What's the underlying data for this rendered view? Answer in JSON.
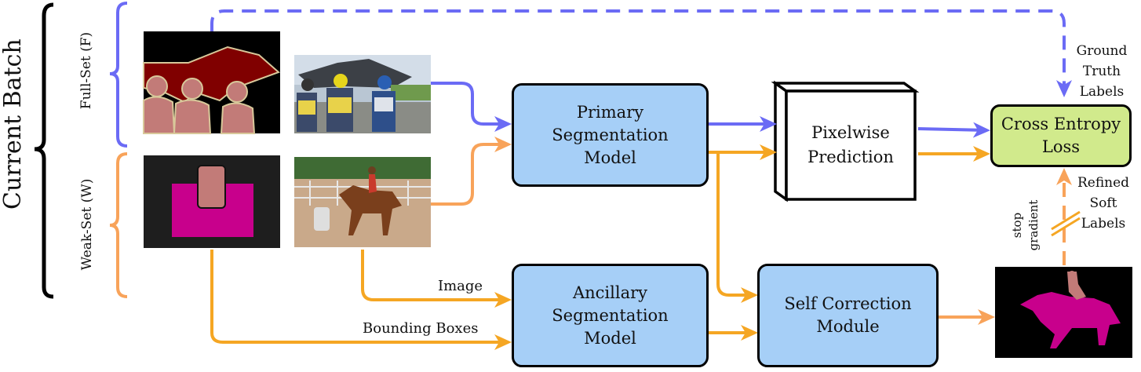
{
  "batch_label": "Current Batch",
  "full_set_label": "Full-Set (F)",
  "weak_set_label": "Weak-Set (W)",
  "primary_model": [
    "Primary",
    "Segmentation",
    "Model"
  ],
  "ancillary_model": [
    "Ancillary",
    "Segmentation",
    "Model"
  ],
  "pixelwise": [
    "Pixelwise",
    "Prediction"
  ],
  "self_correction": [
    "Self Correction",
    "Module"
  ],
  "loss": [
    "Cross Entropy",
    "Loss"
  ],
  "ground_truth": [
    "Ground",
    "Truth",
    "Labels"
  ],
  "refined": [
    "Refined",
    "Soft",
    "Labels"
  ],
  "stop_gradient": [
    "stop",
    "gradient"
  ],
  "image_label": "Image",
  "bbox_label": "Bounding Boxes",
  "colors": {
    "full_set": "#6b6bf5",
    "weak_set": "#f5a623",
    "model_box": "#a6cff7",
    "loss_box": "#d1ea8c",
    "class_pink": "#c8008c",
    "person_mask": "#c27b78",
    "airplane_mask": "#800000"
  }
}
